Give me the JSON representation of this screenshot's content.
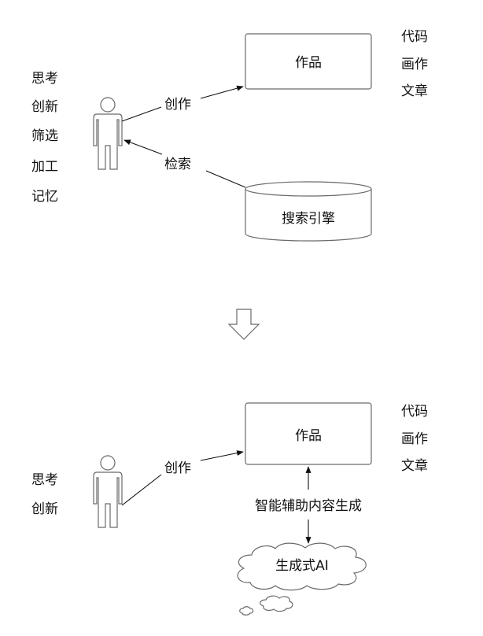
{
  "top": {
    "person_traits": [
      "思考",
      "创新",
      "筛选",
      "加工",
      "记忆"
    ],
    "artifact_box": "作品",
    "artifact_types": [
      "代码",
      "画作",
      "文章"
    ],
    "create_label": "创作",
    "retrieve_label": "检索",
    "search_engine": "搜索引擎"
  },
  "bottom": {
    "person_traits": [
      "思考",
      "创新"
    ],
    "artifact_box": "作品",
    "artifact_types": [
      "代码",
      "画作",
      "文章"
    ],
    "create_label": "创作",
    "assist_label": "智能辅助内容生成",
    "genai": "生成式AI"
  }
}
